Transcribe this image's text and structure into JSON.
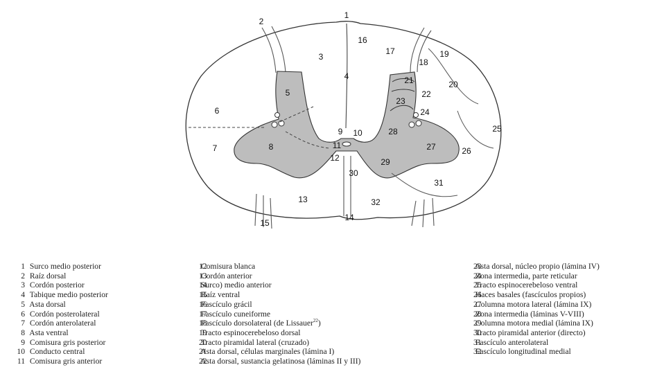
{
  "figure": {
    "labels": [
      "1",
      "2",
      "3",
      "4",
      "5",
      "6",
      "7",
      "8",
      "9",
      "10",
      "11",
      "12",
      "13",
      "14",
      "15",
      "16",
      "17",
      "18",
      "19",
      "20",
      "21",
      "22",
      "23",
      "24",
      "25",
      "26",
      "27",
      "28",
      "29",
      "30",
      "31",
      "32"
    ]
  },
  "legend": {
    "col1": [
      {
        "n": "1",
        "text": "Surco medio posterior"
      },
      {
        "n": "2",
        "text": "Raíz dorsal"
      },
      {
        "n": "3",
        "text": "Cordón posterior"
      },
      {
        "n": "4",
        "text": "Tabique medio posterior"
      },
      {
        "n": "5",
        "text": "Asta dorsal"
      },
      {
        "n": "6",
        "text": "Cordón posterolateral"
      },
      {
        "n": "7",
        "text": "Cordón anterolateral"
      },
      {
        "n": "8",
        "text": "Asta ventral"
      },
      {
        "n": "9",
        "text": "Comisura gris posterior"
      },
      {
        "n": "10",
        "text": "Conducto central"
      },
      {
        "n": "11",
        "text": "Comisura gris anterior"
      }
    ],
    "col2": [
      {
        "n": "12",
        "text": "Comisura blanca"
      },
      {
        "n": "13",
        "text": "Cordón anterior"
      },
      {
        "n": "14",
        "text": "Surco) medio anterior"
      },
      {
        "n": "15",
        "text": "Raíz ventral"
      },
      {
        "n": "16",
        "text": "Fascículo grácil"
      },
      {
        "n": "17",
        "text": "Fascículo cuneiforme"
      },
      {
        "n": "18",
        "text": "Fascículo dorsolateral (de Lissauer",
        "sup": "22",
        "tail": ")"
      },
      {
        "n": "19",
        "text": "Tracto espinocerebeloso dorsal"
      },
      {
        "n": "20",
        "text": "Tracto piramidal lateral (cruzado)"
      },
      {
        "n": "21",
        "text": "Asta dorsal, células marginales (lámina I)"
      },
      {
        "n": "22",
        "text": "Asta dorsal, sustancia gelatinosa (láminas II y III)"
      }
    ],
    "col3": [
      {
        "n": "23",
        "text": "Asta dorsal, núcleo propio (lámina IV)"
      },
      {
        "n": "24",
        "text": "Zona intermedia, parte reticular"
      },
      {
        "n": "25",
        "text": "Tracto espinocerebeloso ventral"
      },
      {
        "n": "26",
        "text": "Haces basales (fascículos propios)"
      },
      {
        "n": "27",
        "text": "Columna motora lateral (lámina IX)"
      },
      {
        "n": "28",
        "text": "Zona intermedia (láminas V-VIII)"
      },
      {
        "n": "29",
        "text": "Columna motora medial (lámina IX)"
      },
      {
        "n": "30",
        "text": "Tracto piramidal anterior (directo)"
      },
      {
        "n": "31",
        "text": "Fascículo anterolateral"
      },
      {
        "n": "32",
        "text": "Fascículo longitudinal medial"
      }
    ]
  }
}
